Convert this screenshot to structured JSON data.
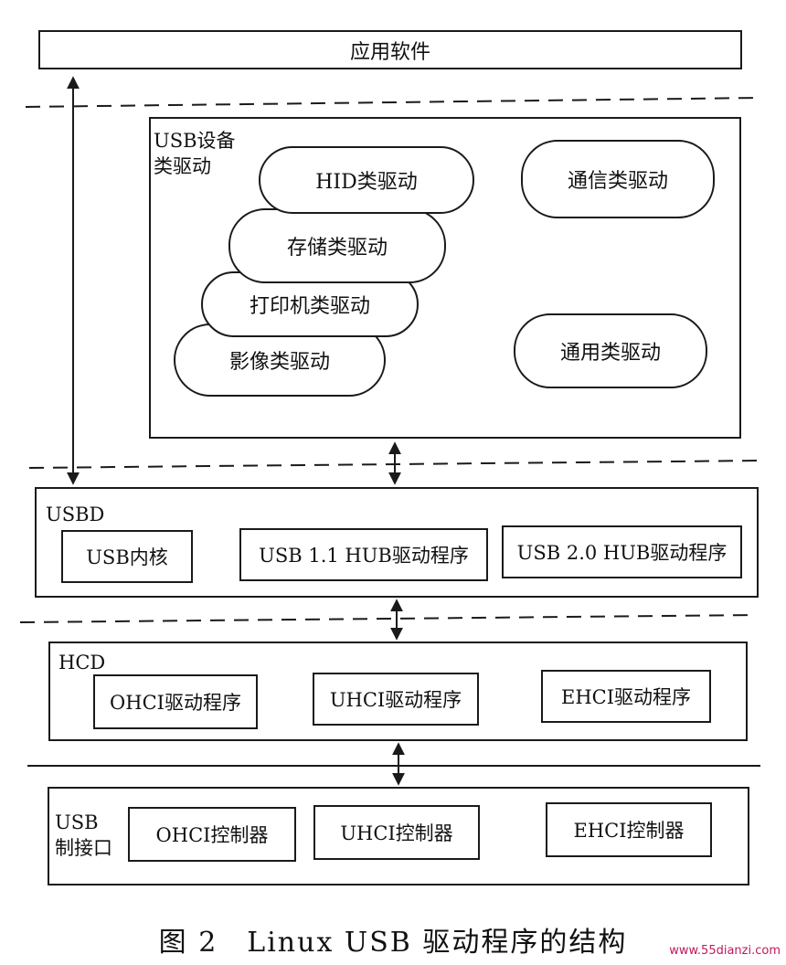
{
  "app_layer": {
    "label": "应用软件"
  },
  "class_drivers": {
    "title_line1": "USB设备",
    "title_line2": "类驱动",
    "hid": "HID类驱动",
    "storage": "存储类驱动",
    "printer": "打印机类驱动",
    "imaging": "影像类驱动",
    "comm": "通信类驱动",
    "general": "通用类驱动"
  },
  "usbd": {
    "title": "USBD",
    "core": "USB内核",
    "hub11": "USB 1.1 HUB驱动程序",
    "hub20": "USB 2.0 HUB驱动程序"
  },
  "hcd": {
    "title": "HCD",
    "ohci": "OHCI驱动程序",
    "uhci": "UHCI驱动程序",
    "ehci": "EHCI驱动程序"
  },
  "interface": {
    "title_line1": "USB",
    "title_line2": "制接口",
    "ohci": "OHCI控制器",
    "uhci": "UHCI控制器",
    "ehci": "EHCI控制器"
  },
  "caption": "图 2　Linux USB 驱动程序的结构",
  "watermark": "www.55dianzi.com",
  "colors": {
    "line": "#1a1a1a",
    "watermark": "#c2185b"
  }
}
